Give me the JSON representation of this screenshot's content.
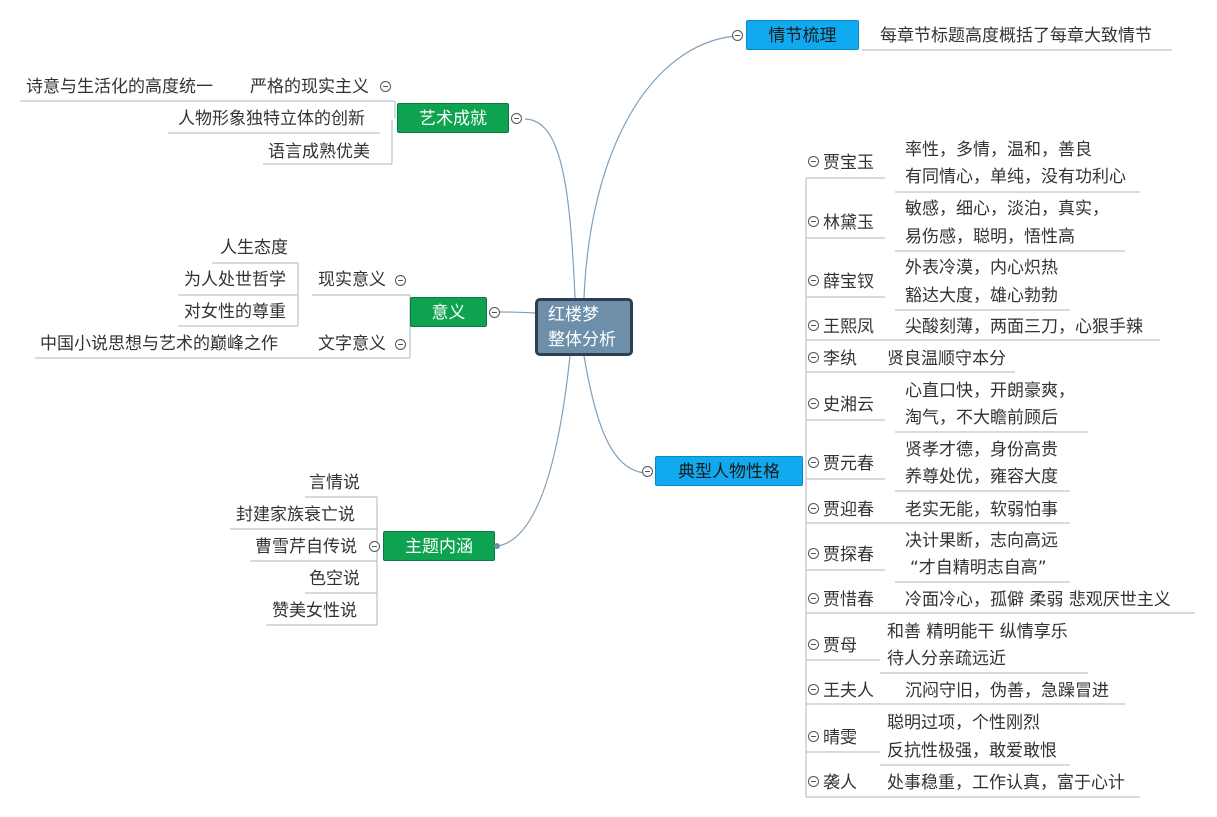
{
  "root": {
    "line1": "红楼梦",
    "line2": "整体分析"
  },
  "plot": {
    "label": "情节梳理",
    "detail": "每章节标题高度概括了每章大致情节"
  },
  "art": {
    "label": "艺术成就",
    "items": [
      "严格的现实主义",
      "人物形象独特立体的创新",
      "语言成熟优美"
    ],
    "sub": "诗意与生活化的高度统一"
  },
  "meaning": {
    "label": "意义",
    "real": {
      "label": "现实意义",
      "items": [
        "人生态度",
        "为人处世哲学",
        "对女性的尊重"
      ]
    },
    "lit": {
      "label": "文字意义",
      "items": [
        "中国小说思想与艺术的巅峰之作"
      ]
    }
  },
  "theme": {
    "label": "主题内涵",
    "items": [
      "言情说",
      "封建家族衰亡说",
      "曹雪芹自传说",
      "色空说",
      "赞美女性说"
    ]
  },
  "chars": {
    "label": "典型人物性格",
    "list": [
      {
        "name": "贾宝玉",
        "traits": [
          "率性，多情，温和，善良",
          "有同情心，单纯，没有功利心"
        ]
      },
      {
        "name": "林黛玉",
        "traits": [
          "敏感，细心，淡泊，真实，",
          "易伤感，聪明，悟性高"
        ]
      },
      {
        "name": "薛宝钗",
        "traits": [
          "外表冷漠，内心炽热",
          "豁达大度，雄心勃勃"
        ]
      },
      {
        "name": "王熙凤",
        "traits": [
          "尖酸刻薄，两面三刀，心狠手辣"
        ]
      },
      {
        "name": "李纨",
        "traits": [
          "贤良温顺守本分"
        ]
      },
      {
        "name": "史湘云",
        "traits": [
          "心直口快，开朗豪爽，",
          "淘气，不大瞻前顾后"
        ]
      },
      {
        "name": "贾元春",
        "traits": [
          "贤孝才德，身份高贵",
          "养尊处优，雍容大度"
        ]
      },
      {
        "name": "贾迎春",
        "traits": [
          "老实无能，软弱怕事"
        ]
      },
      {
        "name": "贾探春",
        "traits": [
          "决计果断，志向高远",
          "“才自精明志自高”"
        ]
      },
      {
        "name": "贾惜春",
        "traits": [
          "冷面冷心，孤僻  柔弱  悲观厌世主义"
        ]
      },
      {
        "name": "贾母",
        "traits": [
          "和善  精明能干  纵情享乐",
          "待人分亲疏远近"
        ]
      },
      {
        "name": "王夫人",
        "traits": [
          "沉闷守旧，伪善，急躁冒进"
        ]
      },
      {
        "name": "晴雯",
        "traits": [
          "聪明过项，个性刚烈",
          "反抗性极强，敢爱敢恨"
        ]
      },
      {
        "name": "袭人",
        "traits": [
          "处事稳重，工作认真，富于心计"
        ]
      }
    ]
  },
  "colors": {
    "green": "#0ea350",
    "blue": "#11aaf0",
    "root": "#6d8faa",
    "line": "#7f9fba"
  }
}
